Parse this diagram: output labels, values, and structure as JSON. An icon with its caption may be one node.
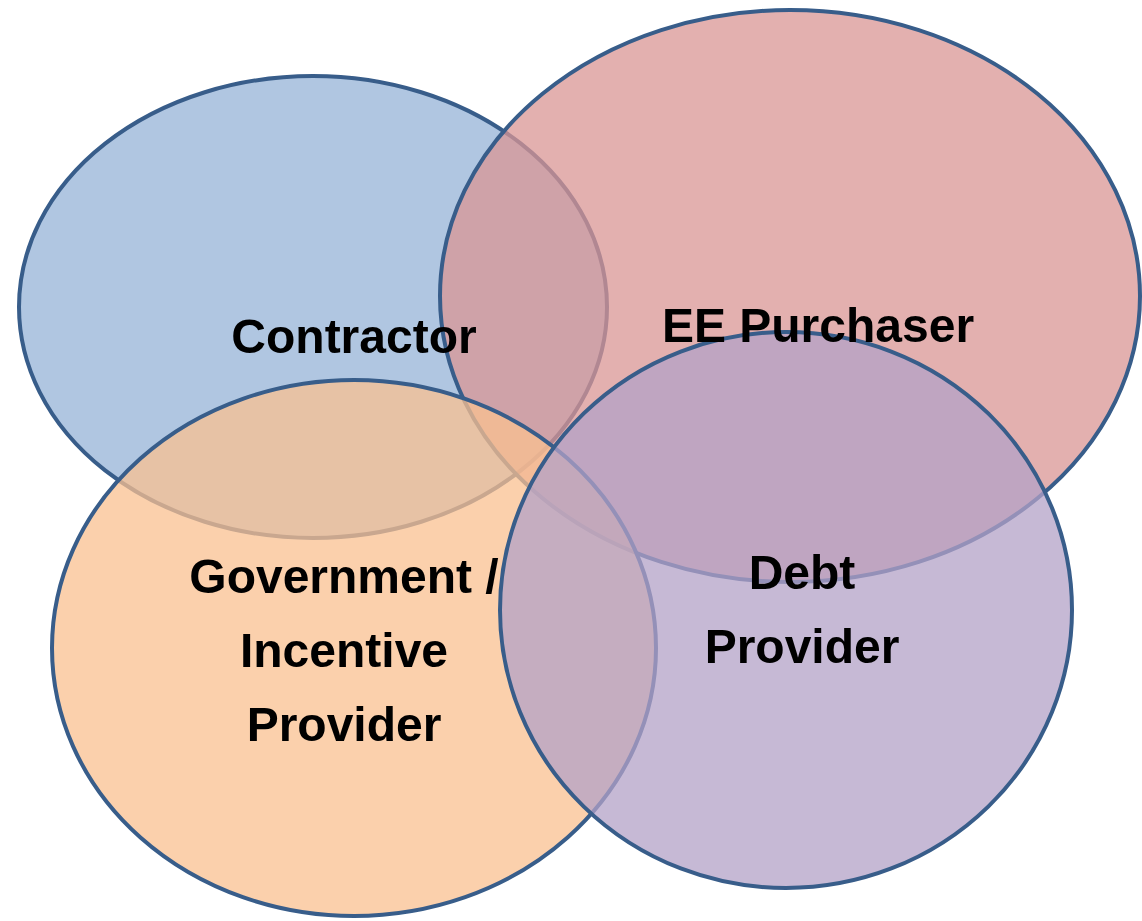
{
  "diagram": {
    "nodes": [
      {
        "text": [
          "Contractor"
        ]
      },
      {
        "text": [
          "EE Purchaser"
        ]
      },
      {
        "text": [
          "Government / Incentive Provider"
        ]
      },
      {
        "text": [
          "Debt Provider"
        ]
      }
    ],
    "edges": []
  }
}
